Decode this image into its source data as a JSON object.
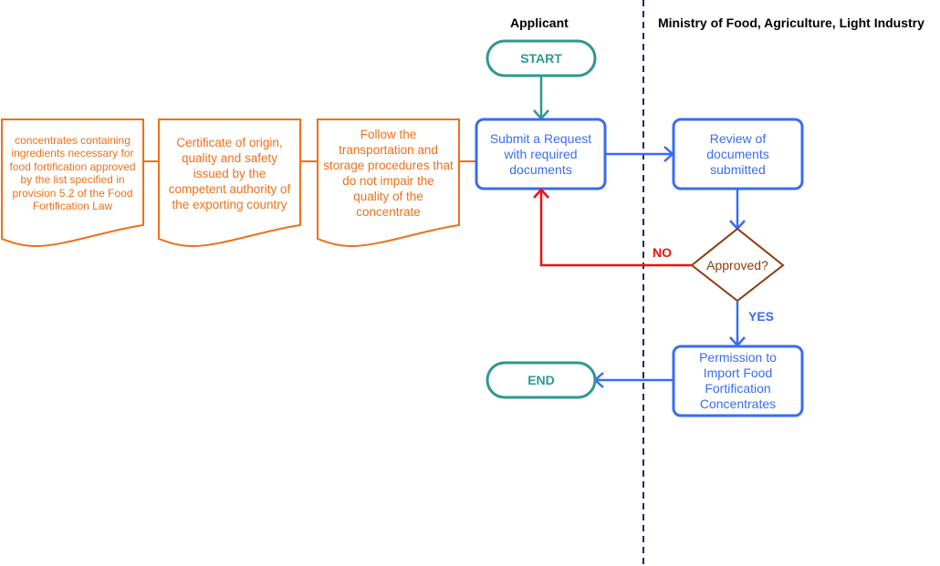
{
  "lanes": {
    "applicant": "Applicant",
    "ministry": "Ministry of Food, Agriculture, Light Industry"
  },
  "nodes": {
    "start": "START",
    "end": "END",
    "submit": "Submit a Request with required documents",
    "review": "Review of documents submitted",
    "decision": "Approved?",
    "permission": "Permission to Import Food Fortification Concentrates",
    "doc1": "concentrates containing ingredients necessary for food fortification approved by the list specified in provision 5.2 of the Food Fortification Law",
    "doc2": "Certificate of origin, quality and safety issued by the competent authority of the exporting country",
    "doc3": "Follow the transportation and storage procedures that do not impair the quality of the concentrate"
  },
  "edge_labels": {
    "no": "NO",
    "yes": "YES"
  },
  "colors": {
    "terminal": "#2e9891",
    "process": "#3a6cf0",
    "document": "#f07018",
    "decision": "#8b3c10",
    "reject": "#f01010",
    "lane_divider": "#1a2a6c"
  }
}
